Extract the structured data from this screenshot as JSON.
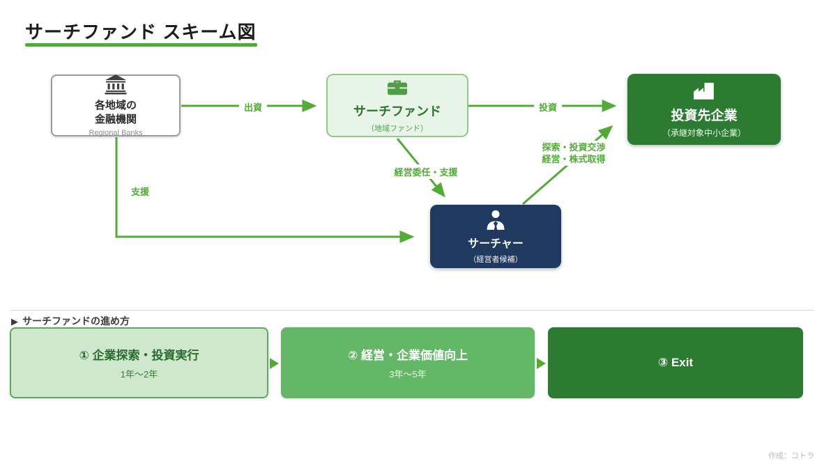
{
  "title": "サーチファンド スキーム図",
  "colors": {
    "accent_green": "#55a93a",
    "fund_box_bg": "#e9f4e8",
    "fund_box_border": "#8fc98a",
    "investee_box_bg": "#2d7a33",
    "searcher_box_bg": "#1f3a5e",
    "step1_bg": "#cfe7cd",
    "step2_bg": "#63b767",
    "step3_bg": "#2d7a33"
  },
  "diagram": {
    "nodes": {
      "bank": {
        "title_line1": "各地域の",
        "title_line2": "金融機関",
        "subtitle": "Regional Banks",
        "icon": "bank-icon"
      },
      "fund": {
        "title": "サーチファンド",
        "subtitle": "（地域ファンド）",
        "icon": "briefcase-icon"
      },
      "investee": {
        "title": "投資先企業",
        "subtitle": "（承継対象中小企業）",
        "icon": "factory-icon"
      },
      "searcher": {
        "title": "サーチャー",
        "subtitle": "（経営者候補）",
        "icon": "user-tie-icon"
      }
    },
    "edges": {
      "bank_to_fund": "出資",
      "fund_to_investee": "投資",
      "fund_to_searcher": "経営委任・支援",
      "searcher_to_investee_line1": "探索・投資交渉",
      "searcher_to_investee_line2": "経営・株式取得",
      "bank_to_searcher": "支援"
    }
  },
  "process": {
    "marker": "▶",
    "heading": "サーチファンドの進め方",
    "steps": [
      {
        "label": "① 企業探索・投資実行",
        "duration": "1年〜2年"
      },
      {
        "label": "② 経営・企業価値向上",
        "duration": "3年〜5年"
      },
      {
        "label": "③ Exit"
      }
    ]
  },
  "footer": {
    "credit": "作成：コトラ"
  }
}
